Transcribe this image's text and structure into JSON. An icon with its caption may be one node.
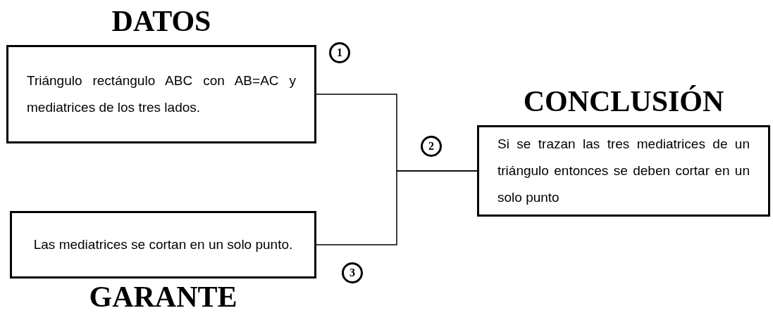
{
  "diagram": {
    "nodes": [
      {
        "text": [
          "DATOS",
          "Triángulo rectángulo ABC con AB=AC y mediatrices de los tres lados."
        ]
      },
      {
        "text": [
          "CONCLUSIÓN",
          "Si se trazan las tres mediatrices de un triángulo entonces se deben cortar en un solo punto"
        ]
      },
      {
        "text": [
          "Las mediatrices se cortan en un solo punto.",
          "GARANTE"
        ]
      },
      {
        "text": [
          "1"
        ]
      },
      {
        "text": [
          "2"
        ]
      },
      {
        "text": [
          "3"
        ]
      }
    ],
    "edges": [
      {
        "from": 0,
        "to": 1,
        "arrow": "none"
      },
      {
        "from": 2,
        "to": 1,
        "arrow": "none"
      }
    ]
  }
}
